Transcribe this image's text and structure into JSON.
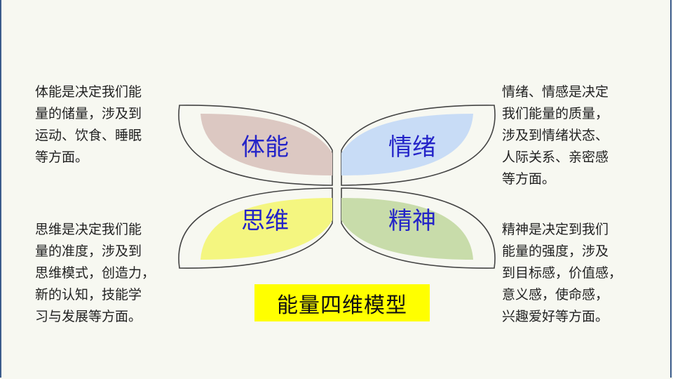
{
  "title": "能量四维模型",
  "quadrants": {
    "top_left": {
      "label": "体能",
      "description": "体能是决定我们能\n量的储量，涉及到\n运动、饮食、睡眠\n等方面。",
      "color": "#dcc8c2"
    },
    "top_right": {
      "label": "情绪",
      "description": "情绪、情感是决定\n我们能量的质量，\n涉及到情绪状态、\n人际关系、亲密感\n等方面。",
      "color": "#c8dcf6"
    },
    "bottom_left": {
      "label": "思维",
      "description": "思维是决定我们能\n量的准度，涉及到\n思维模式，创造力，\n新的认知，技能学\n习与发展等方面。",
      "color": "#f4f680"
    },
    "bottom_right": {
      "label": "精神",
      "description": "精神是决定到我们\n能量的强度，涉及\n到目标感，价值感，\n意义感，使命感，\n兴趣爱好等方面。",
      "color": "#c8dcaa"
    }
  },
  "colors": {
    "label_text": "#2424c8",
    "title_background": "#ffff00",
    "outline": "#444444",
    "border": "#3b5c8c"
  }
}
